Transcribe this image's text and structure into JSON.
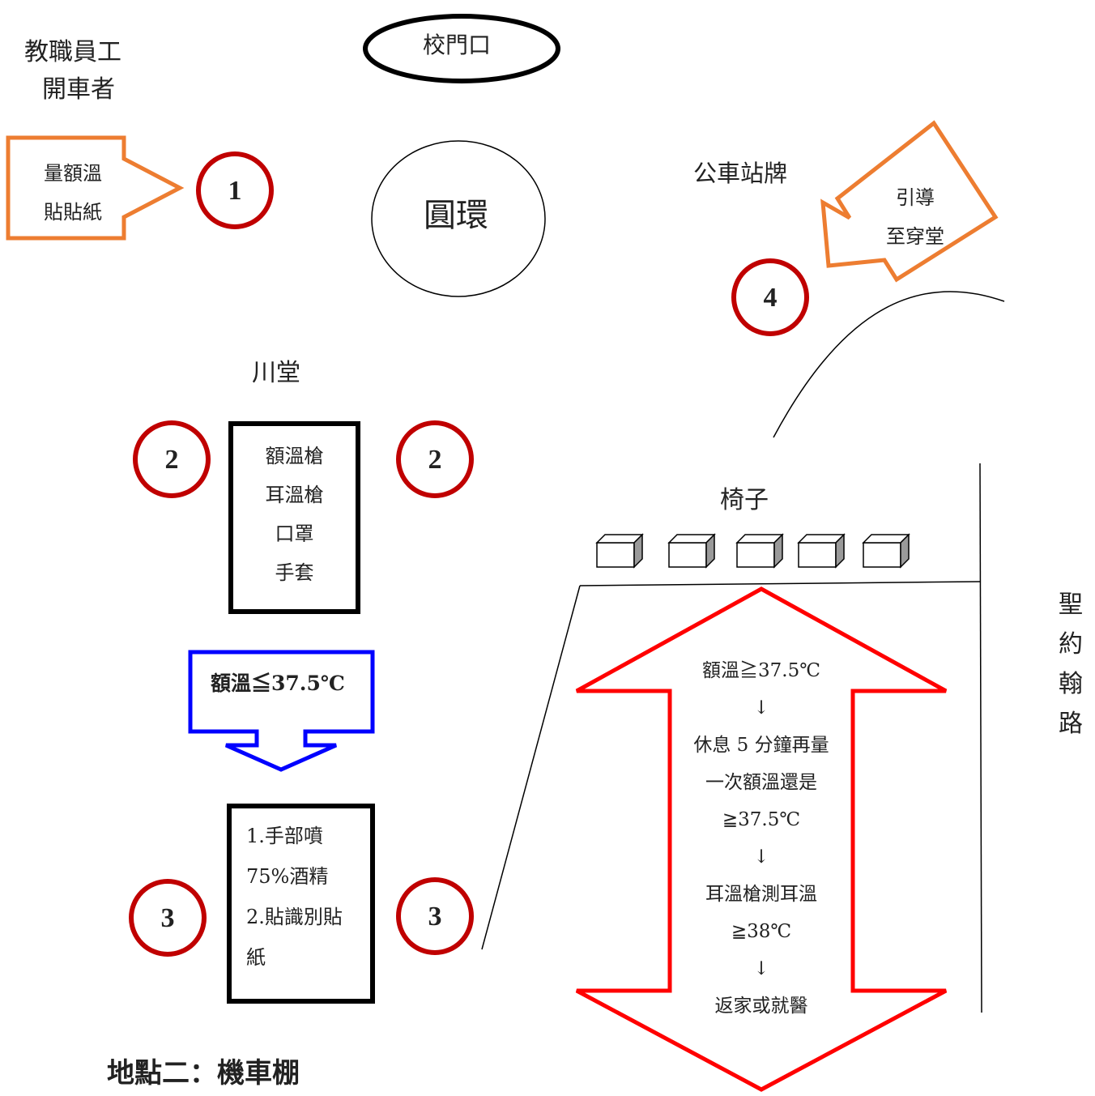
{
  "labels": {
    "staff_driver_line1": "教職員工",
    "staff_driver_line2": "開車者",
    "gate": "校門口",
    "roundabout": "圓環",
    "bus_stop": "公車站牌",
    "chuan_hall": "川堂",
    "chairs": "椅子",
    "road_name": [
      "聖",
      "約",
      "翰",
      "路"
    ],
    "location_title": "地點二：機車棚"
  },
  "arrows": {
    "measure": [
      "量額溫",
      "貼貼紙"
    ],
    "guide": [
      "引導",
      "至穿堂"
    ],
    "threshold": "額溫≦37.5℃"
  },
  "station_numbers": [
    "1",
    "2",
    "2",
    "3",
    "3",
    "4"
  ],
  "equipment_box": [
    "額溫槍",
    "耳溫槍",
    "口罩",
    "手套"
  ],
  "steps_box": [
    "1.手部噴",
    "75%酒精",
    "2.貼識別貼",
    "紙"
  ],
  "flow": [
    "額溫≧37.5℃",
    "↓",
    "休息 5 分鐘再量",
    "一次額溫還是",
    "≧37.5℃",
    "↓",
    "耳溫槍測耳溫",
    "≧38℃",
    "↓",
    "返家或就醫"
  ],
  "colors": {
    "orange": "#ED7D31",
    "circle_red": "#C00000",
    "blue": "#0000FF",
    "red": "#FF0000",
    "black": "#000000"
  }
}
